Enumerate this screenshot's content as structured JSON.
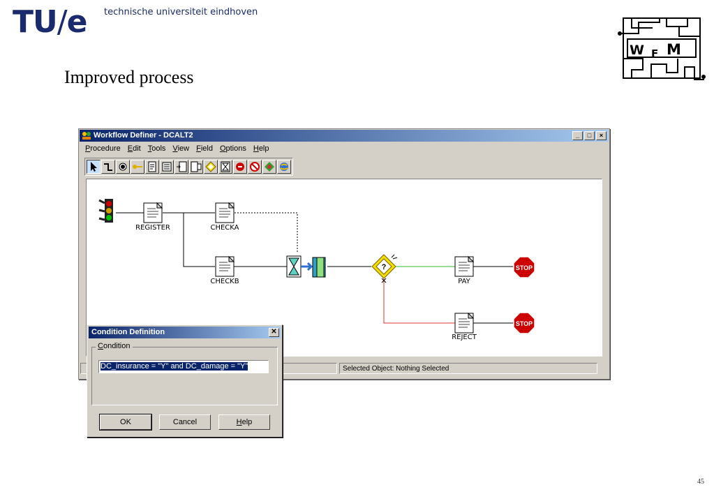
{
  "slide": {
    "logo_main": "TU",
    "logo_slash": "/",
    "logo_e": "e",
    "logo_sub": "technische universiteit eindhoven",
    "title": "Improved process",
    "page_number": "45",
    "wfm_logo_letters": "WFM"
  },
  "window": {
    "title": "Workflow Definer - DCALT2",
    "controls": [
      "_",
      "□",
      "×"
    ],
    "menus": [
      {
        "label": "Procedure",
        "ul": "P"
      },
      {
        "label": "Edit",
        "ul": "E"
      },
      {
        "label": "Tools",
        "ul": "T"
      },
      {
        "label": "View",
        "ul": "V"
      },
      {
        "label": "Field",
        "ul": "F"
      },
      {
        "label": "Options",
        "ul": "O"
      },
      {
        "label": "Help",
        "ul": "H"
      }
    ],
    "toolbar_tools": [
      "select-arrow-icon",
      "connector-icon",
      "event-icon",
      "key-icon",
      "form-step-icon",
      "form-list-icon",
      "form-in-icon",
      "form-script-icon",
      "decision-icon",
      "wait-icon",
      "stop-icon",
      "cancel-icon",
      "sub-process-icon",
      "globe-icon"
    ],
    "status": {
      "left": "",
      "selected": "Selected Object: Nothing Selected"
    }
  },
  "diagram": {
    "nodes": {
      "register": "REGISTER",
      "checka": "CHECKA",
      "checkb": "CHECKB",
      "pay": "PAY",
      "reject": "REJECT",
      "stop_label": "STOP"
    },
    "decision_symbol": "?",
    "colors": {
      "pay_branch": "#33bb33",
      "reject_branch": "#dd3333",
      "stop": "#cc0000"
    }
  },
  "dialog": {
    "title": "Condition Definition",
    "group_label": "Condition",
    "condition_value": "DC_insurance = \"Y\" and DC_damage = \"Y\"",
    "ok_label": "OK",
    "cancel_label": "Cancel",
    "help_label": "Help"
  }
}
